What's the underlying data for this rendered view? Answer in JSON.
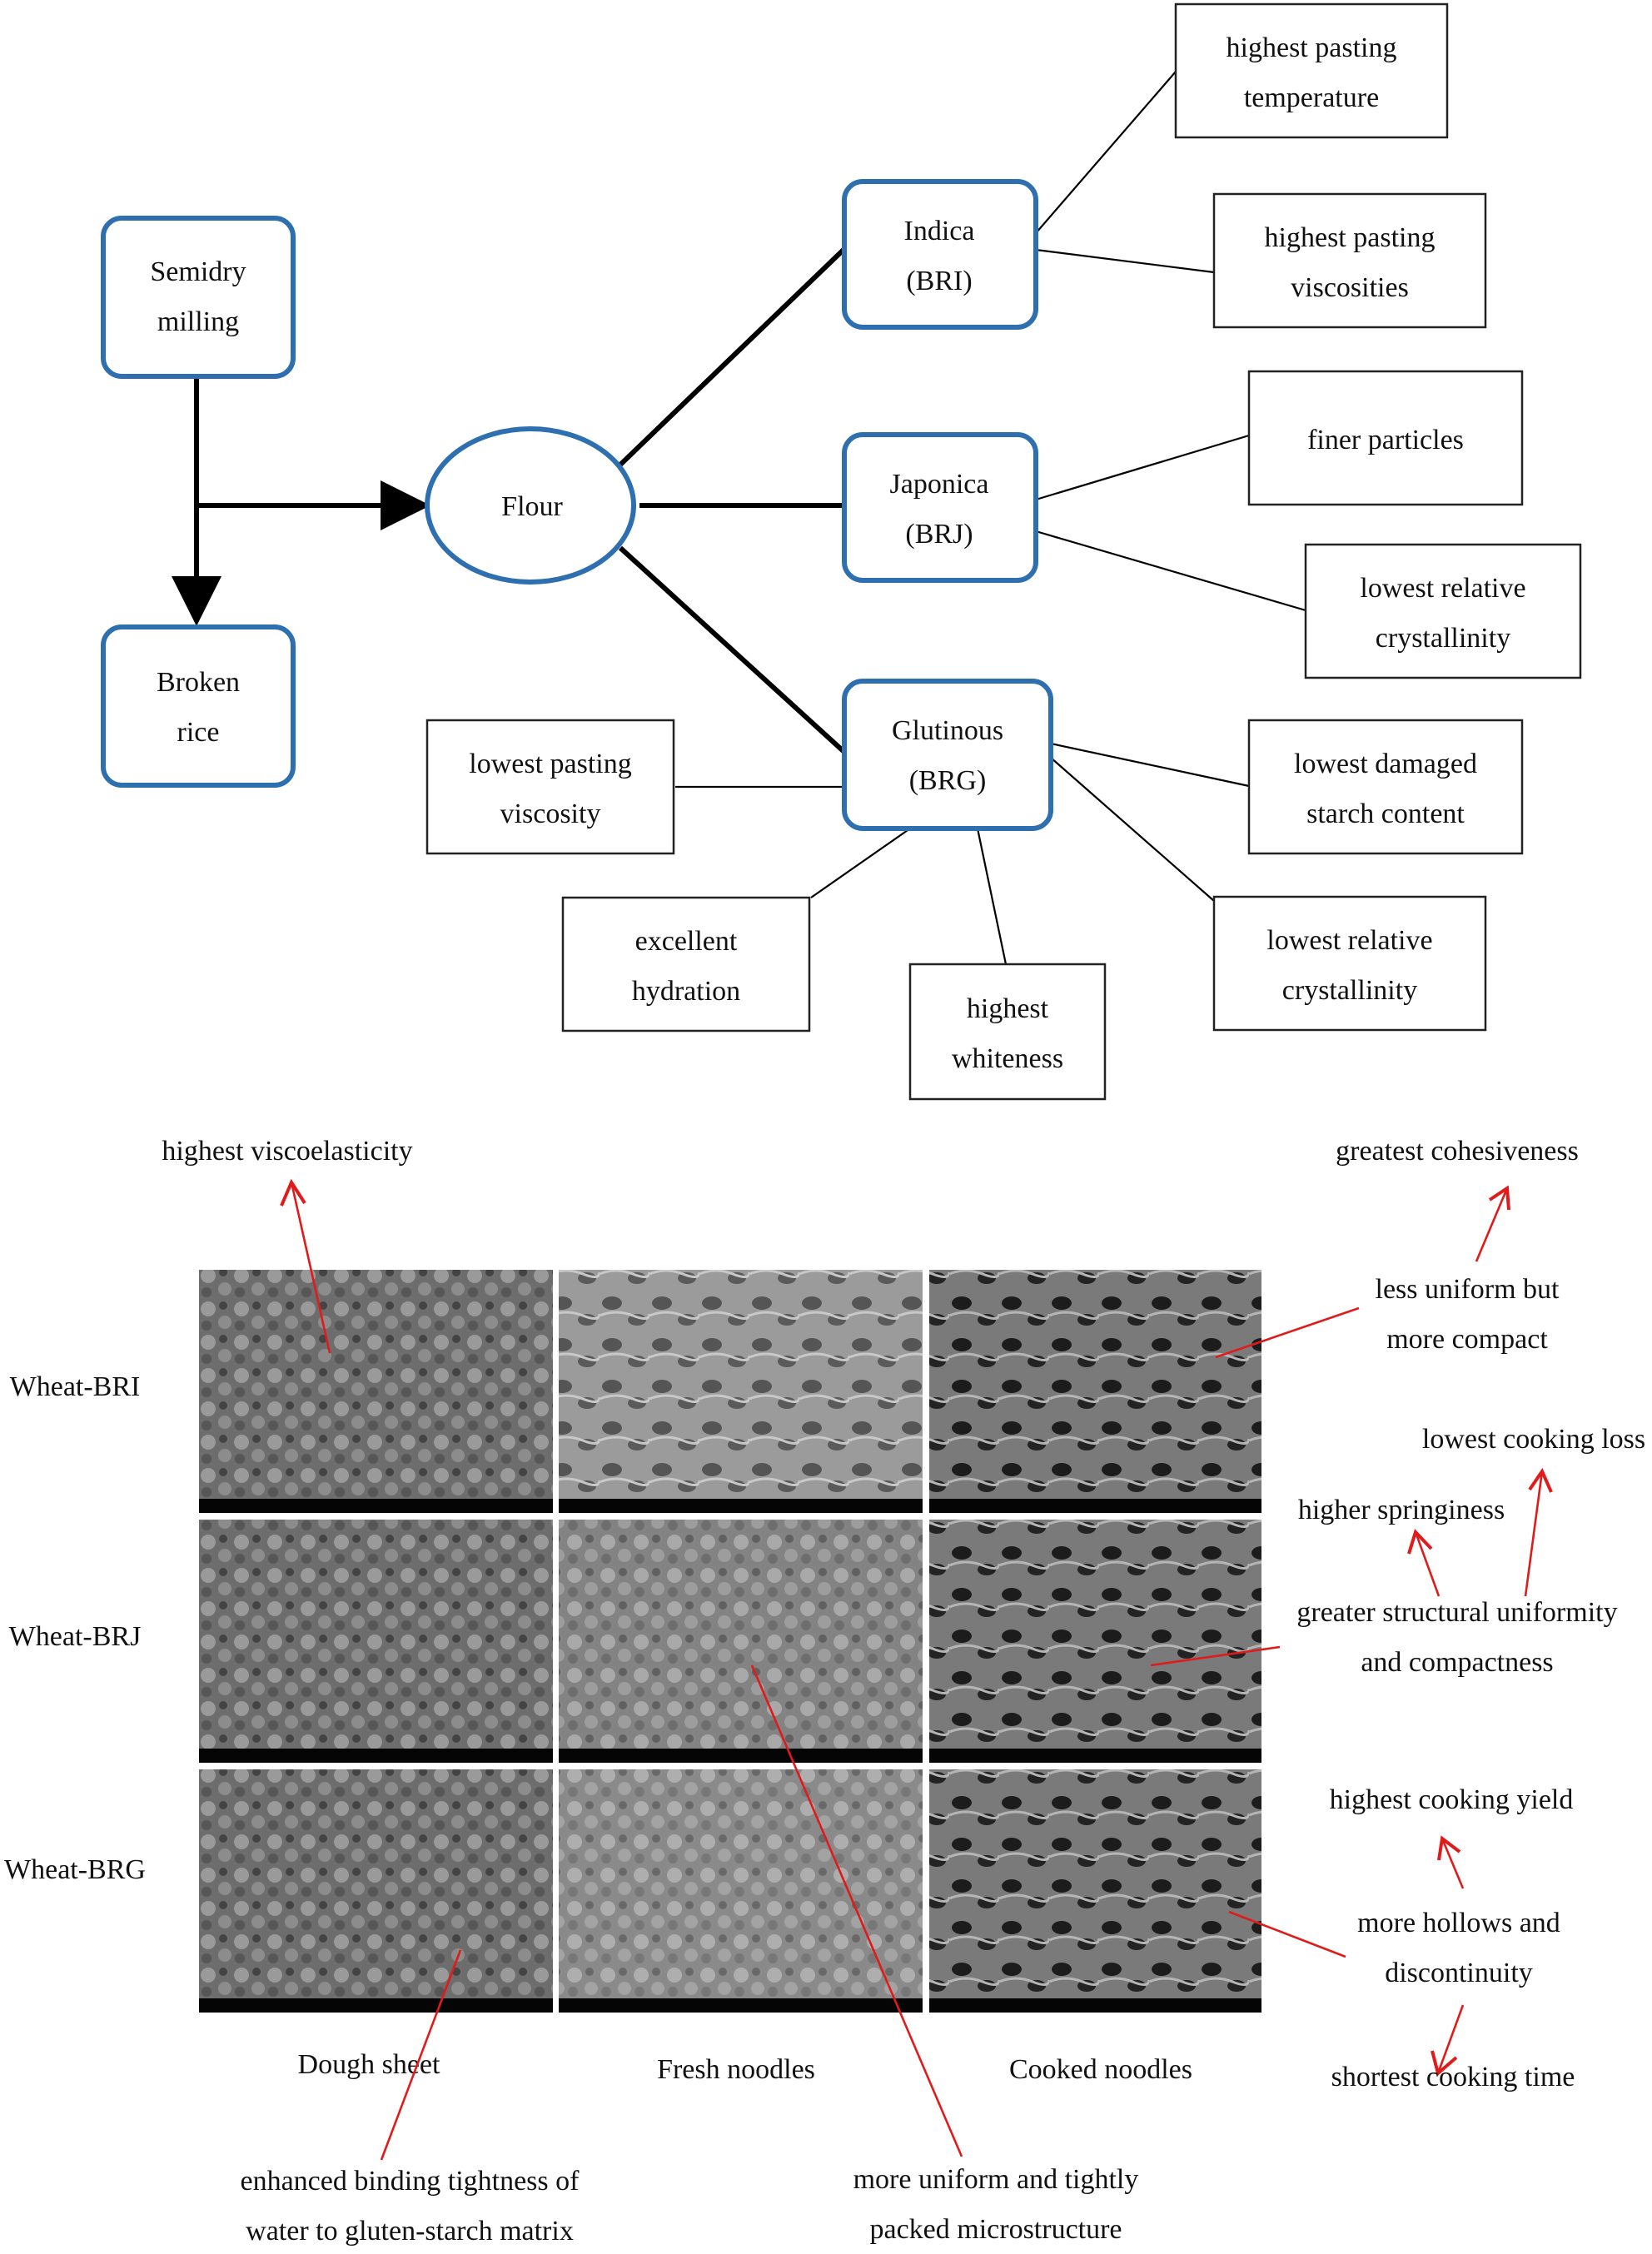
{
  "flow": {
    "semidry": [
      "Semidry",
      "milling"
    ],
    "broken": [
      "Broken",
      "rice"
    ],
    "flour": "Flour",
    "indica": [
      "Indica",
      "(BRI)"
    ],
    "japonica": [
      "Japonica",
      "(BRJ)"
    ],
    "glutinous": [
      "Glutinous",
      "(BRG)"
    ]
  },
  "properties": {
    "bri_1": [
      "highest pasting",
      "temperature"
    ],
    "bri_2": [
      "highest pasting",
      "viscosities"
    ],
    "brj_1": [
      "finer particles"
    ],
    "brj_2": [
      "lowest relative",
      "crystallinity"
    ],
    "brg_left": [
      "lowest pasting",
      "viscosity"
    ],
    "brg_damaged": [
      "lowest damaged",
      "starch content"
    ],
    "brg_cryst": [
      "lowest relative",
      "crystallinity"
    ],
    "brg_hydration": [
      "excellent",
      "hydration"
    ],
    "brg_white": [
      "highest",
      "whiteness"
    ]
  },
  "micrographs": {
    "rows": [
      "Wheat-BRI",
      "Wheat-BRJ",
      "Wheat-BRG"
    ],
    "columns": [
      "Dough sheet",
      "Fresh noodles",
      "Cooked noodles"
    ]
  },
  "annotations": {
    "viscoelasticity": "highest viscoelasticity",
    "cohesiveness": "greatest cohesiveness",
    "less_uniform": [
      "less uniform but",
      "more compact"
    ],
    "cooking_loss": "lowest cooking loss",
    "springiness": "higher springiness",
    "uniformity": [
      "greater structural uniformity",
      "and compactness"
    ],
    "cooking_yield": "highest cooking yield",
    "hollows": [
      "more hollows and",
      "discontinuity"
    ],
    "cooking_time": "shortest cooking time",
    "binding": [
      "enhanced binding tightness of",
      "water to gluten-starch matrix"
    ],
    "packed": [
      "more uniform and tightly",
      "packed microstructure"
    ]
  }
}
